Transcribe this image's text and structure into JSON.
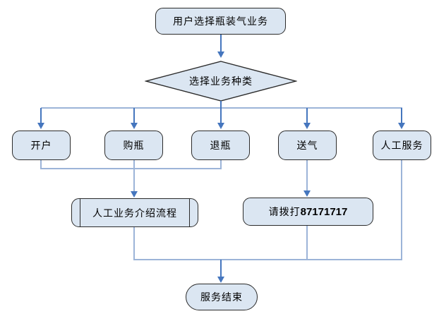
{
  "flowchart": {
    "start": {
      "label": "用户选择瓶装气业务"
    },
    "decision": {
      "label": "选择业务种类"
    },
    "branches": {
      "kaihu": {
        "label": "开户"
      },
      "goupin": {
        "label": "购瓶"
      },
      "tuiping": {
        "label": "退瓶"
      },
      "songqi": {
        "label": "送气"
      },
      "rengong": {
        "label": "人工服务"
      }
    },
    "manual_intro": {
      "label": "人工业务介绍流程"
    },
    "call": {
      "prefix": "请拨打",
      "number": "87171717"
    },
    "end": {
      "label": "服务结束"
    },
    "colors": {
      "node_fill": "#dbe6f2",
      "node_border": "#2b2b2b",
      "line": "#9cb4d8",
      "arrow": "#4576be"
    }
  }
}
